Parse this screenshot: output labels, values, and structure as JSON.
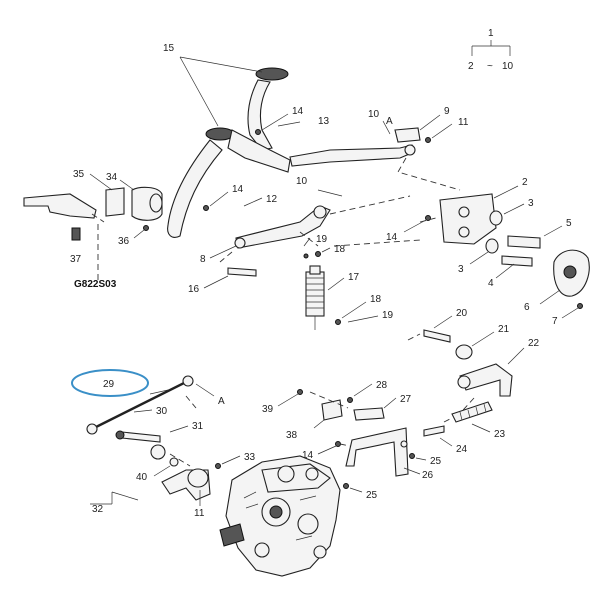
{
  "diagram": {
    "legend": {
      "top": "1",
      "left": "2",
      "sep": "~",
      "right": "10"
    },
    "code": "G822S03",
    "highlight_color": "#3a8fc7",
    "highlighted_part": "29",
    "labels": {
      "l15": "15",
      "l14a": "14",
      "l13": "13",
      "l10a": "10",
      "lA1": "A",
      "l9": "9",
      "l11a": "11",
      "l35": "35",
      "l34": "34",
      "l14b": "14",
      "l12": "12",
      "l10b": "10",
      "l2": "2",
      "l3a": "3",
      "l36": "36",
      "l37": "37",
      "l8": "8",
      "l19a": "19",
      "l18a": "18",
      "l14c": "14",
      "l5": "5",
      "l3b": "3",
      "l4": "4",
      "l16": "16",
      "l17": "17",
      "l6": "6",
      "l7": "7",
      "l18b": "18",
      "l19b": "19",
      "l20": "20",
      "l21": "21",
      "l22": "22",
      "l29": "29",
      "lA2": "A",
      "l28": "28",
      "l39": "39",
      "l27": "27",
      "l30": "30",
      "l31": "31",
      "l38": "38",
      "l23": "23",
      "l24": "24",
      "l14d": "14",
      "l25a": "25",
      "l33": "33",
      "l40": "40",
      "l26": "26",
      "l25b": "25",
      "l32": "32",
      "l11b": "11"
    }
  }
}
